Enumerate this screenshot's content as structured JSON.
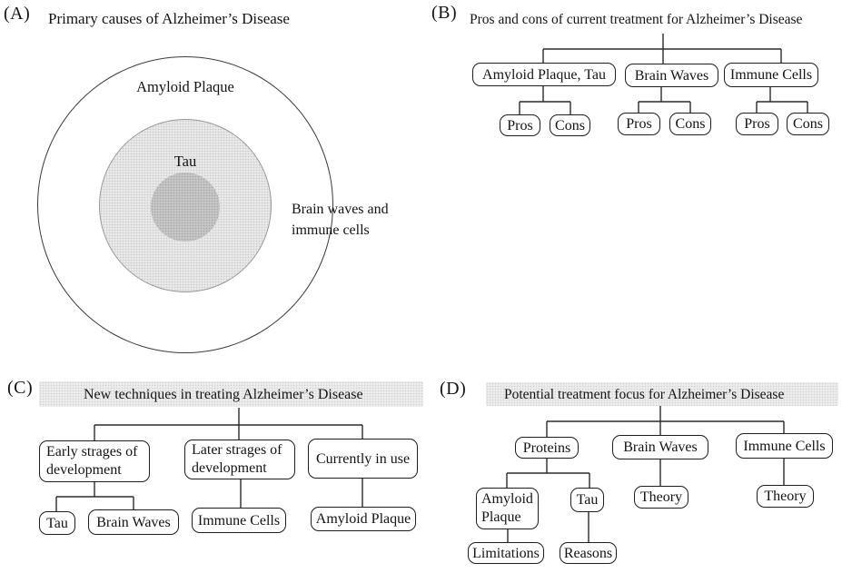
{
  "figure": {
    "a": {
      "panel_label": "(A)",
      "title": "Primary causes of Alzheimer’s Disease",
      "outer_ring_label": "Amyloid Plaque",
      "middle_ring_label": "Tau",
      "callout_line1": "Brain waves and",
      "callout_line2": "immune cells"
    },
    "b": {
      "panel_label": "(B)",
      "title": "Pros and cons of current treatment for Alzheimer’s Disease",
      "branch1": "Amyloid Plaque, Tau",
      "branch2": "Brain Waves",
      "branch3": "Immune Cells",
      "pros": "Pros",
      "cons": "Cons"
    },
    "c": {
      "panel_label": "(C)",
      "title": "New techniques in treating Alzheimer’s Disease",
      "branch1_line1": "Early strages of",
      "branch1_line2": "development",
      "branch2_line1": "Later strages of",
      "branch2_line2": "development",
      "branch3": "Currently in use",
      "leaf1": "Tau",
      "leaf2": "Brain Waves",
      "leaf3": "Immune Cells",
      "leaf4": "Amyloid Plaque"
    },
    "d": {
      "panel_label": "(D)",
      "title": "Potential treatment focus for Alzheimer’s Disease",
      "branch1": "Proteins",
      "branch2": "Brain Waves",
      "branch3": "Immune Cells",
      "sub1_line1": "Amyloid",
      "sub1_line2": "Plaque",
      "sub2": "Tau",
      "theory": "Theory",
      "leaf_limitations": "Limitations",
      "leaf_reasons": "Reasons"
    },
    "colors": {
      "ink": "#1d1d1d",
      "tau_ring_fill": "#e9e9e9",
      "core_fill": "#c6c6c6",
      "highlight_band": "#ededed"
    }
  }
}
